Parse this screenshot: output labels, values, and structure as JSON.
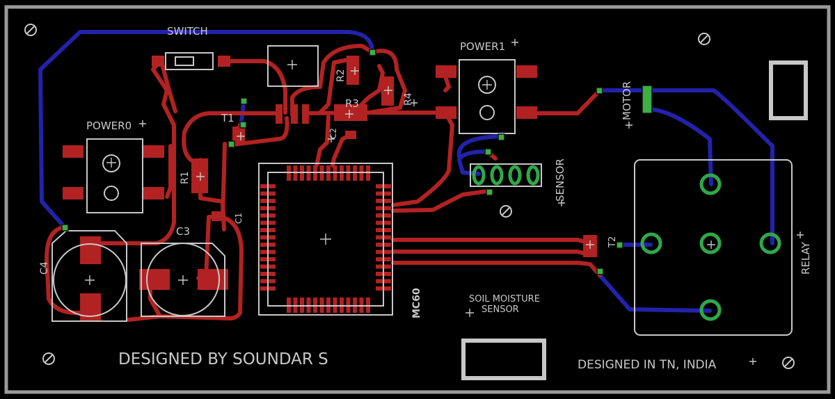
{
  "board": {
    "background": "#000000",
    "colors": {
      "top_copper": "#b22222",
      "bottom_copper": "#2020a8",
      "silkscreen": "#c8c8c8",
      "via": "#3cb043",
      "via_hole": "#00aa00"
    }
  },
  "labels": {
    "switch": "SWITCH",
    "power1": "POWER1",
    "power0": "POWER0",
    "motor": "MOTOR",
    "sensor": "SENSOR",
    "relay": "RELAY",
    "r1": "R1",
    "r2": "R2",
    "r3": "R3",
    "r4": "R4",
    "t1": "T1",
    "t2": "T2",
    "c1": "C1",
    "c2": "C2",
    "c3": "C3",
    "c4": "C4",
    "mc60": "MC60",
    "soil_line1": "SOIL MOISTURE",
    "soil_line2": "SENSOR",
    "designed_by": "DESIGNED BY SOUNDAR S",
    "designed_in": "DESIGNED IN TN, INDIA"
  },
  "icons": [
    "mounting-hole-icon",
    "crosshair-icon",
    "via-icon"
  ]
}
